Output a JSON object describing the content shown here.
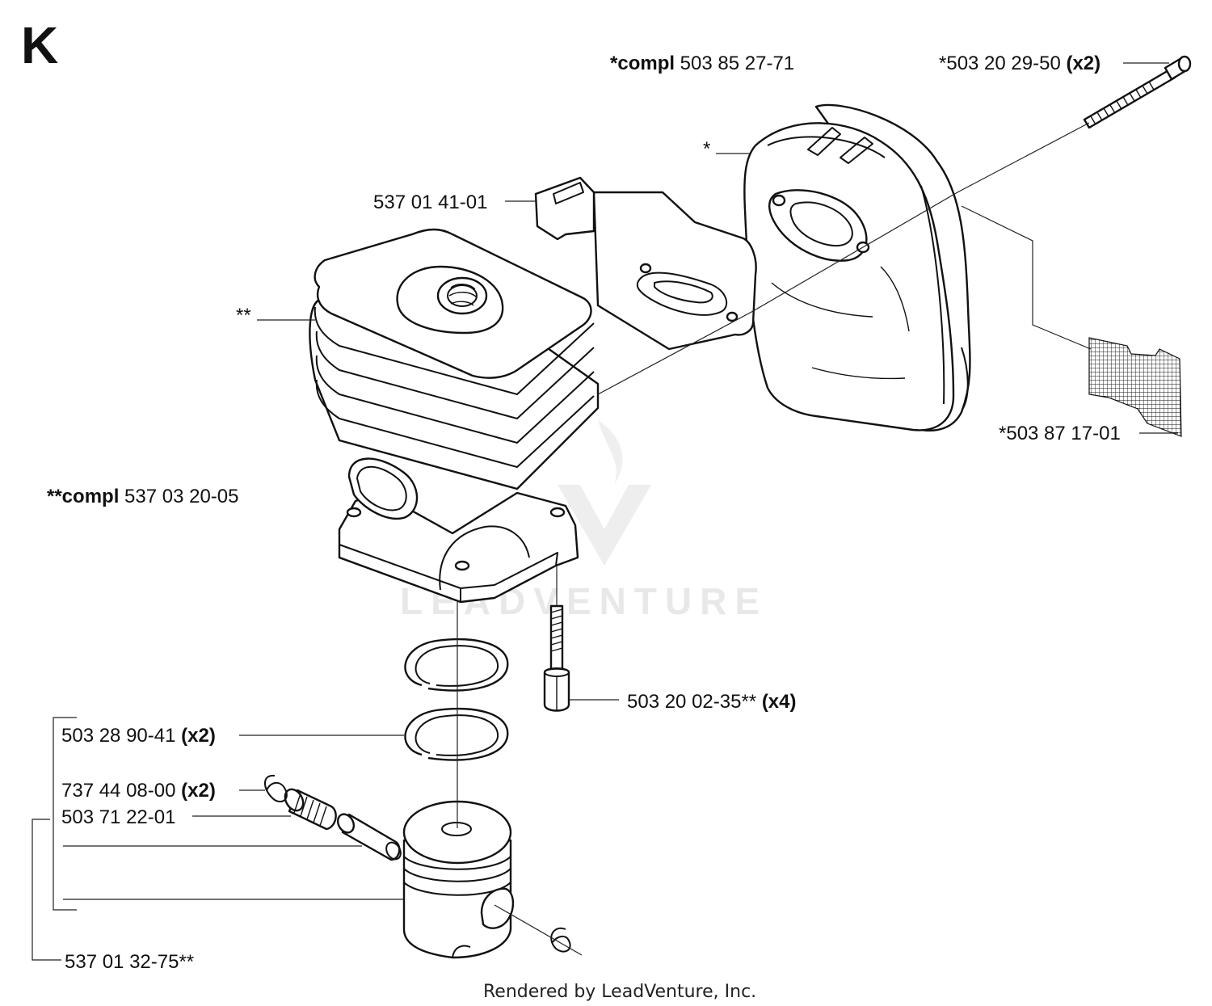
{
  "section_letter": "K",
  "labels": {
    "muffler_compl": {
      "prefix": "*compl",
      "number": " 503 85 27-71"
    },
    "muffler_bolt": {
      "number": "*503 20 29-50 ",
      "qty": "(x2)"
    },
    "muffler_marker": "*",
    "bracket": "537 01 41-01",
    "cylinder_marker": "**",
    "cylinder_compl": {
      "prefix": "**compl",
      "number": " 537 03 20-05"
    },
    "screen": "*503 87 17-01",
    "cylinder_screw": {
      "number": "503 20 02-35** ",
      "qty": "(x4)"
    },
    "piston_ring": {
      "number": "503 28 90-41 ",
      "qty": "(x2)"
    },
    "circlip": {
      "number": "737 44 08-00 ",
      "qty": "(x2)"
    },
    "needle_bearing": "503 71 22-01",
    "piston_kit": "537 01 32-75**"
  },
  "watermark": "LEADVENTURE",
  "footer": "Rendered by LeadVenture, Inc."
}
